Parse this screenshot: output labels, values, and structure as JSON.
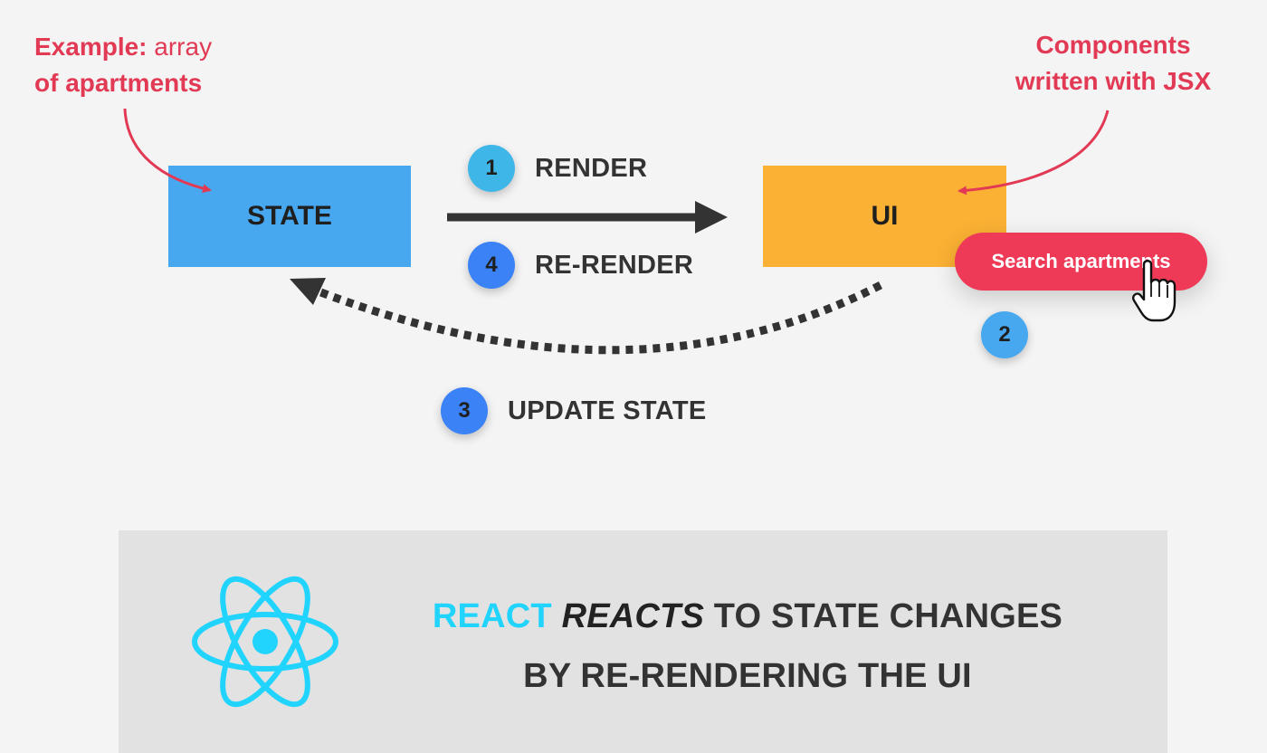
{
  "annotations": {
    "left": {
      "bold": "Example:",
      "rest_line1": " array",
      "line2": "of apartments"
    },
    "right": {
      "line1": "Components",
      "line2": "written with JSX"
    }
  },
  "boxes": {
    "state": "STATE",
    "ui": "UI"
  },
  "steps": [
    {
      "number": "1",
      "label": "RENDER"
    },
    {
      "number": "2",
      "label": ""
    },
    {
      "number": "3",
      "label": "UPDATE STATE"
    },
    {
      "number": "4",
      "label": "RE-RENDER"
    }
  ],
  "search_button": {
    "label": "Search apartments"
  },
  "banner": {
    "react": "REACT",
    "reacts": "REACTS",
    "line1_rest": " TO STATE CHANGES",
    "line2": "BY RE-RENDERING THE UI"
  },
  "colors": {
    "state_box": "#47a8f0",
    "ui_box": "#fbb133",
    "accent_red": "#ee3a57",
    "react_cyan": "#21d4fd"
  },
  "icons": {
    "cursor": "hand-pointer-icon",
    "logo": "react-logo-icon"
  }
}
